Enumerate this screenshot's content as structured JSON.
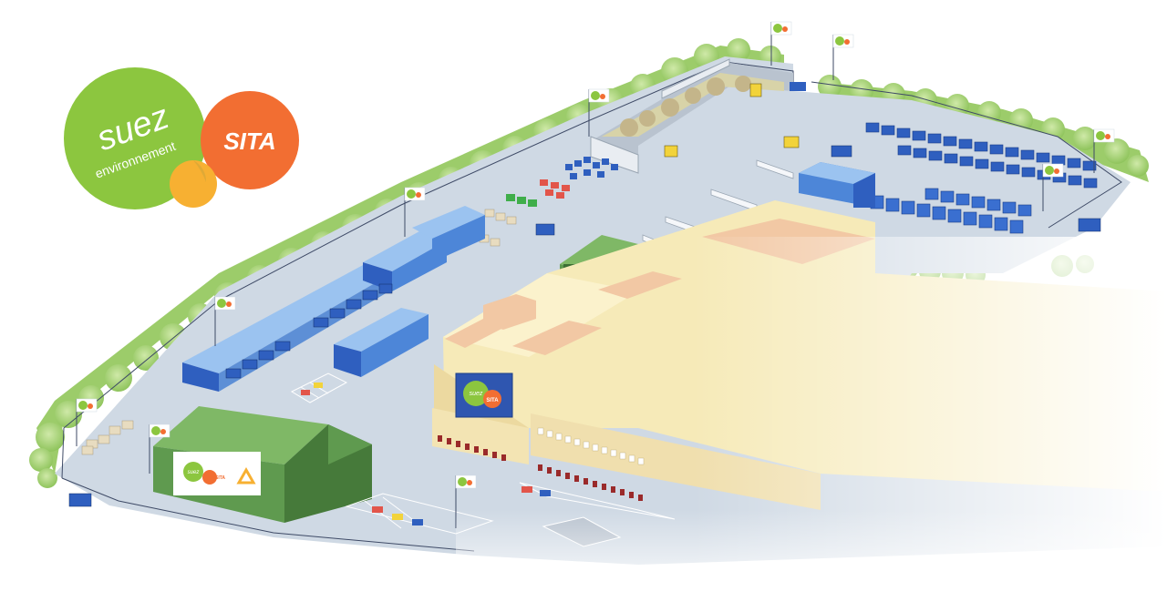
{
  "logo": {
    "brand_word": "suez",
    "brand_sub": "environnement",
    "partner": "SITA",
    "colors": {
      "green": "#8cc63f",
      "orange": "#f26e32",
      "yellow": "#f7b032"
    }
  },
  "sign_main": {
    "brand_word": "suez",
    "partner": "SITA"
  },
  "sign_warehouse": {
    "brand_word": "suez",
    "partner": "SITA",
    "icon": "recycle-icon"
  },
  "palette": {
    "ground": "#cfd9e4",
    "hedge": "#a8d27a",
    "building_cream": "#f6eab8",
    "roof_peach": "#f2c8a4",
    "hall_blue": "#5d8fd6",
    "hangar_green": "#5f9a4f",
    "container_blue": "#2f5fbf"
  }
}
